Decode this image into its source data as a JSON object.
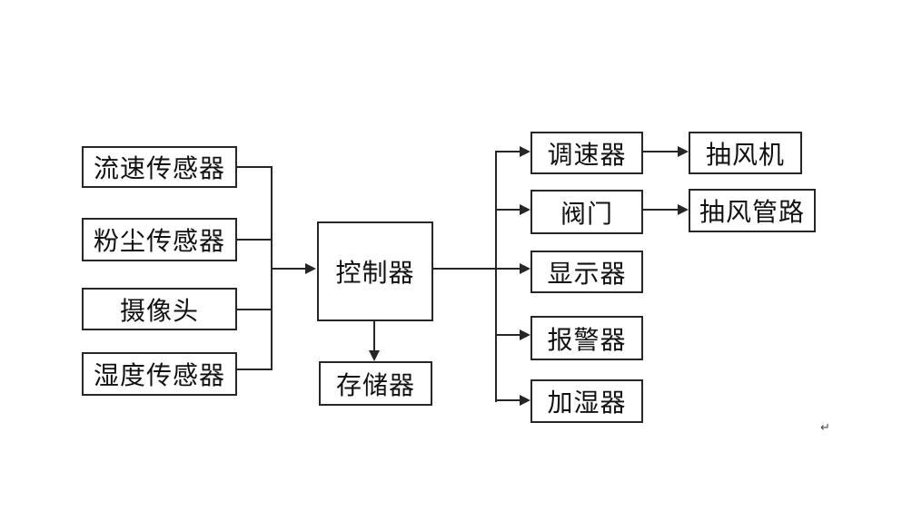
{
  "diagram": {
    "nodes": {
      "sensors": [
        "流速传感器",
        "粉尘传感器",
        "摄像头",
        "湿度传感器"
      ],
      "controller": "控制器",
      "storage": "存储器",
      "actuators": [
        "调速器",
        "阀门",
        "显示器",
        "报警器",
        "加湿器"
      ],
      "outputs": [
        "抽风机",
        "抽风管路"
      ]
    },
    "edges": [
      {
        "from": "流速传感器",
        "to": "控制器"
      },
      {
        "from": "粉尘传感器",
        "to": "控制器"
      },
      {
        "from": "摄像头",
        "to": "控制器"
      },
      {
        "from": "湿度传感器",
        "to": "控制器"
      },
      {
        "from": "控制器",
        "to": "存储器"
      },
      {
        "from": "控制器",
        "to": "调速器"
      },
      {
        "from": "控制器",
        "to": "阀门"
      },
      {
        "from": "控制器",
        "to": "显示器"
      },
      {
        "from": "控制器",
        "to": "报警器"
      },
      {
        "from": "控制器",
        "to": "加湿器"
      },
      {
        "from": "调速器",
        "to": "抽风机"
      },
      {
        "from": "阀门",
        "to": "抽风管路"
      }
    ],
    "colors": {
      "line": "#262626",
      "background": "#ffffff",
      "text": "#111111"
    },
    "stray_mark": "↵"
  }
}
